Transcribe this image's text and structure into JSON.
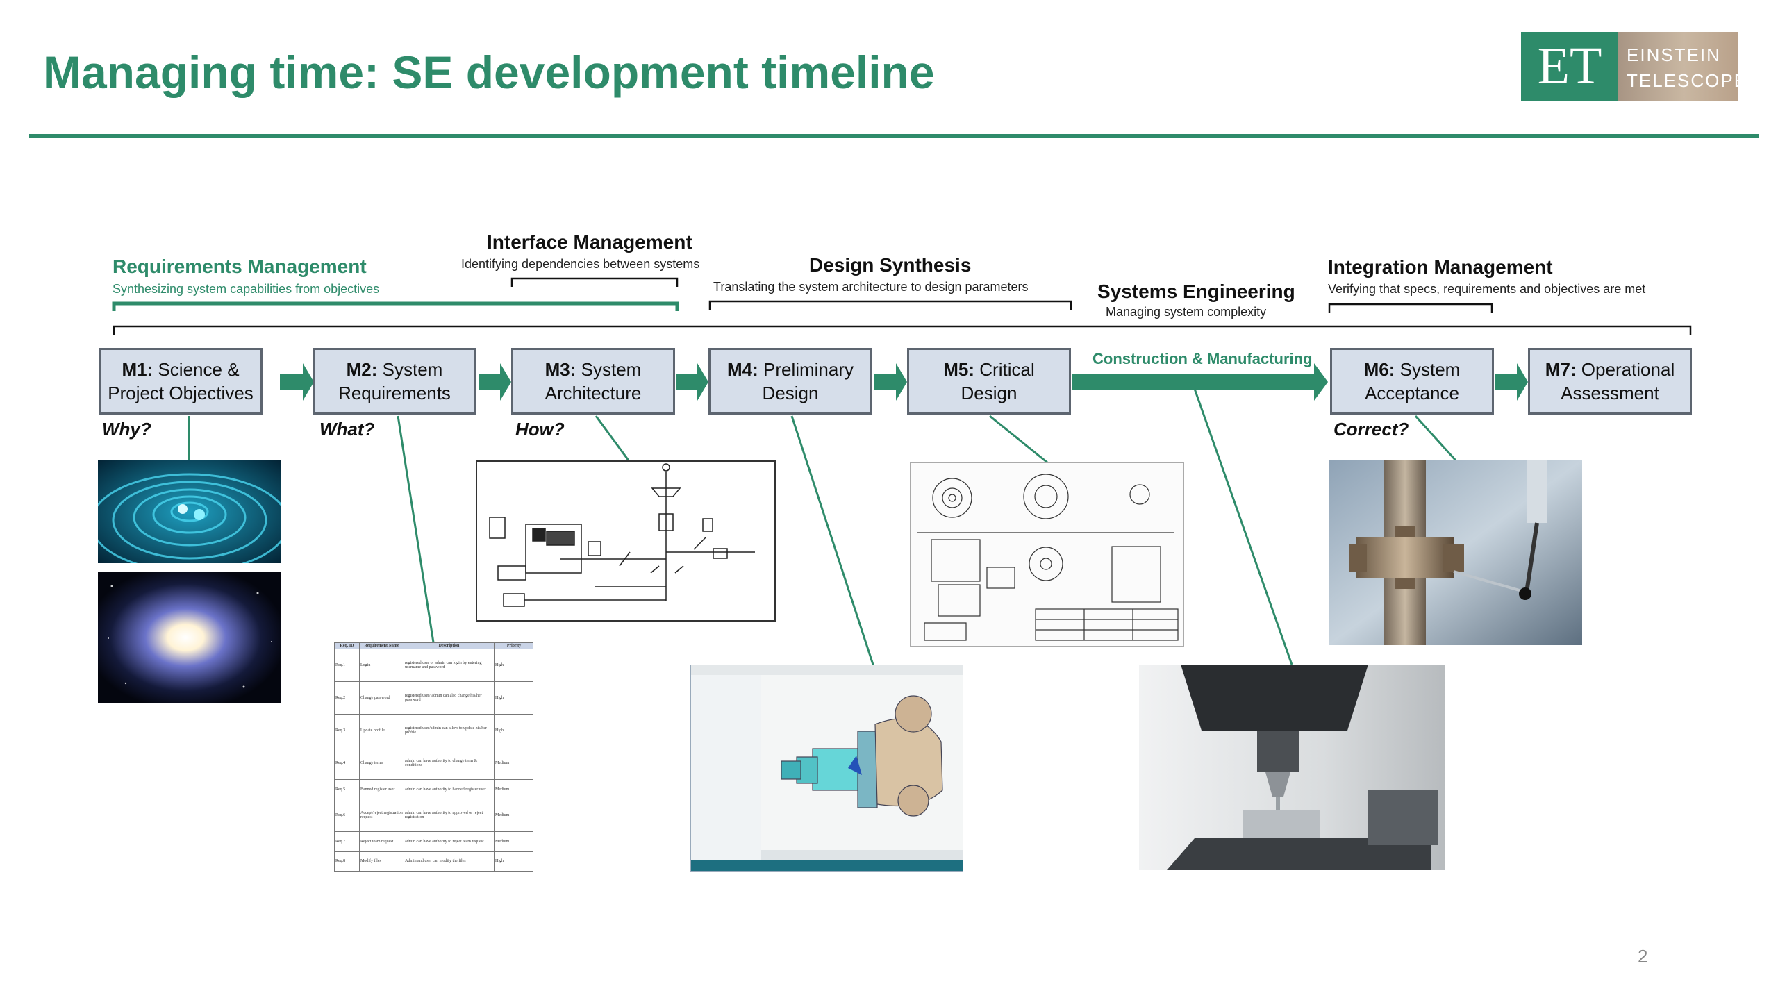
{
  "slide": {
    "title": "Managing time: SE development timeline",
    "page_number": "2"
  },
  "logo": {
    "initials": "ET",
    "line1": "EINSTEIN",
    "line2": "TELESCOPE"
  },
  "phases": {
    "requirements": {
      "title": "Requirements Management",
      "subtitle": "Synthesizing system capabilities from objectives"
    },
    "interface": {
      "title": "Interface Management",
      "subtitle": "Identifying dependencies between systems"
    },
    "design": {
      "title": "Design Synthesis",
      "subtitle": "Translating the system architecture to design parameters"
    },
    "systems": {
      "title": "Systems Engineering",
      "subtitle": "Managing system complexity"
    },
    "integration": {
      "title": "Integration Management",
      "subtitle": "Verifying that specs, requirements and objectives are met"
    }
  },
  "construction_label": "Construction & Manufacturing",
  "milestones": [
    {
      "id": "M1:",
      "label_a": "Science &",
      "label_b": "Project Objectives"
    },
    {
      "id": "M2:",
      "label_a": "System",
      "label_b": "Requirements"
    },
    {
      "id": "M3:",
      "label_a": "System",
      "label_b": "Architecture"
    },
    {
      "id": "M4:",
      "label_a": "Preliminary",
      "label_b": "Design"
    },
    {
      "id": "M5:",
      "label_a": "Critical",
      "label_b": "Design"
    },
    {
      "id": "M6:",
      "label_a": "System",
      "label_b": "Acceptance"
    },
    {
      "id": "M7:",
      "label_a": "Operational",
      "label_b": "Assessment"
    }
  ],
  "questions": {
    "why": "Why?",
    "what": "What?",
    "how": "How?",
    "correct": "Correct?"
  },
  "requirements_table": {
    "headers": [
      "Req. ID",
      "Requirement Name",
      "Description",
      "Priority"
    ],
    "rows": [
      [
        "Req.1",
        "Login",
        "registered user or admin can login by entering username and password",
        "High"
      ],
      [
        "Req.2",
        "Change password",
        "registered user/ admin can also change his/her password",
        "High"
      ],
      [
        "Req.3",
        "Update profile",
        "registered user/admin can allow to update his/her profile",
        "High"
      ],
      [
        "Req.4",
        "Change terms",
        "admin can have authority to change term & conditions",
        "Medium"
      ],
      [
        "Req.5",
        "Banned register user",
        "admin can have authority to banned register user",
        "Medium"
      ],
      [
        "Req.6",
        "Accept/reject registration request",
        "admin can have authority to approved or reject registration",
        "Medium"
      ],
      [
        "Req.7",
        "Reject team request",
        "admin can have authority to reject team request",
        "Medium"
      ],
      [
        "Req.8",
        "Modify files",
        "Admin and user can modify the files",
        "High"
      ]
    ]
  },
  "colors": {
    "accent": "#2e8b6a",
    "milestone_fill": "#d6deea",
    "milestone_border": "#5d6570"
  }
}
